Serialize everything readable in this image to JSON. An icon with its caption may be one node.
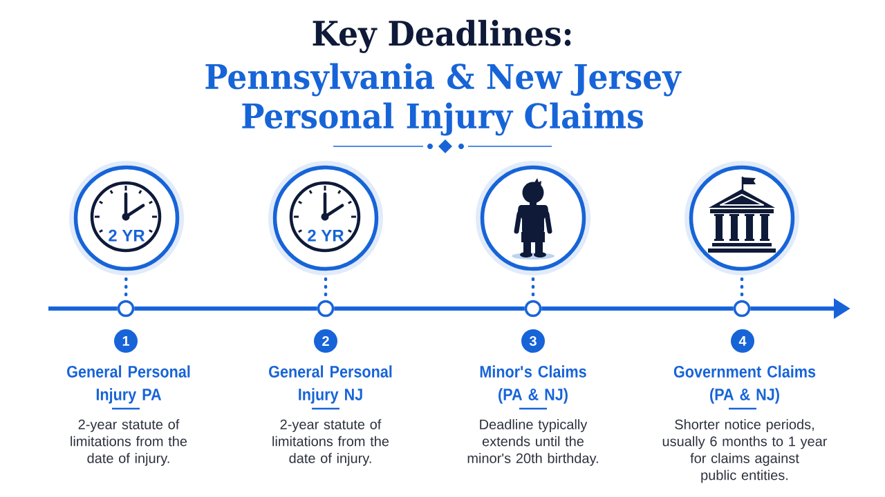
{
  "diagram": {
    "title": "Key Deadlines:",
    "nodes": [
      {
        "text": [
          "2 YR"
        ]
      },
      {
        "text": [
          "2 YR"
        ]
      },
      {
        "text": [],
        "shape": "circle"
      },
      {
        "text": [],
        "shape": "circle"
      },
      {
        "text": [],
        "shape": "circle"
      },
      {
        "text": [],
        "shape": "circle"
      },
      {
        "text": [],
        "shape": "circle"
      },
      {
        "text": [],
        "shape": "circle"
      },
      {
        "text": [
          "1"
        ],
        "beside": [
          "General Personal Injury PA",
          "2-year statute of limitations from the date of injury."
        ]
      },
      {
        "text": [
          "2"
        ],
        "beside": [
          "General Personal Injury NJ",
          "2-year statute of limitations from the date of injury."
        ]
      },
      {
        "text": [
          "3"
        ],
        "beside": [
          "Minor's Claims (PA & NJ)",
          "Deadline typically extends until the minor's 20th birthday."
        ]
      },
      {
        "text": [
          "4"
        ],
        "beside": [
          "Government Claims (PA & NJ)",
          "Shorter notice periods, usually 6 months to 1 year for claims against public entities."
        ]
      }
    ],
    "edges": [
      {
        "from": 0,
        "to": 4,
        "arrow": "none",
        "style": "dashed"
      },
      {
        "from": 1,
        "to": 5,
        "arrow": "none",
        "style": "dashed"
      },
      {
        "from": 2,
        "to": 6,
        "arrow": "none",
        "style": "dashed"
      },
      {
        "from": 3,
        "to": 7,
        "arrow": "none",
        "style": "dashed"
      },
      {
        "from": null,
        "to": 4,
        "arrow": "none"
      },
      {
        "from": 4,
        "to": 5,
        "arrow": "none"
      },
      {
        "from": 5,
        "to": 6,
        "arrow": "none"
      },
      {
        "from": 6,
        "to": 7,
        "arrow": "none"
      },
      {
        "from": 7,
        "to": null,
        "arrow": "to"
      }
    ],
    "labels": [
      "Pennsylvania & New Jersey Personal Injury Claims"
    ]
  }
}
